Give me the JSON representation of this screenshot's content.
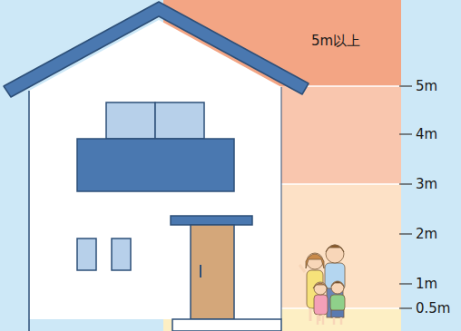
{
  "diagram": {
    "nodes": [
      {
        "text": [
          "5m以上"
        ]
      }
    ],
    "labels": [
      "5m",
      "4m",
      "3m",
      "2m",
      "1m",
      "0.5m"
    ]
  }
}
